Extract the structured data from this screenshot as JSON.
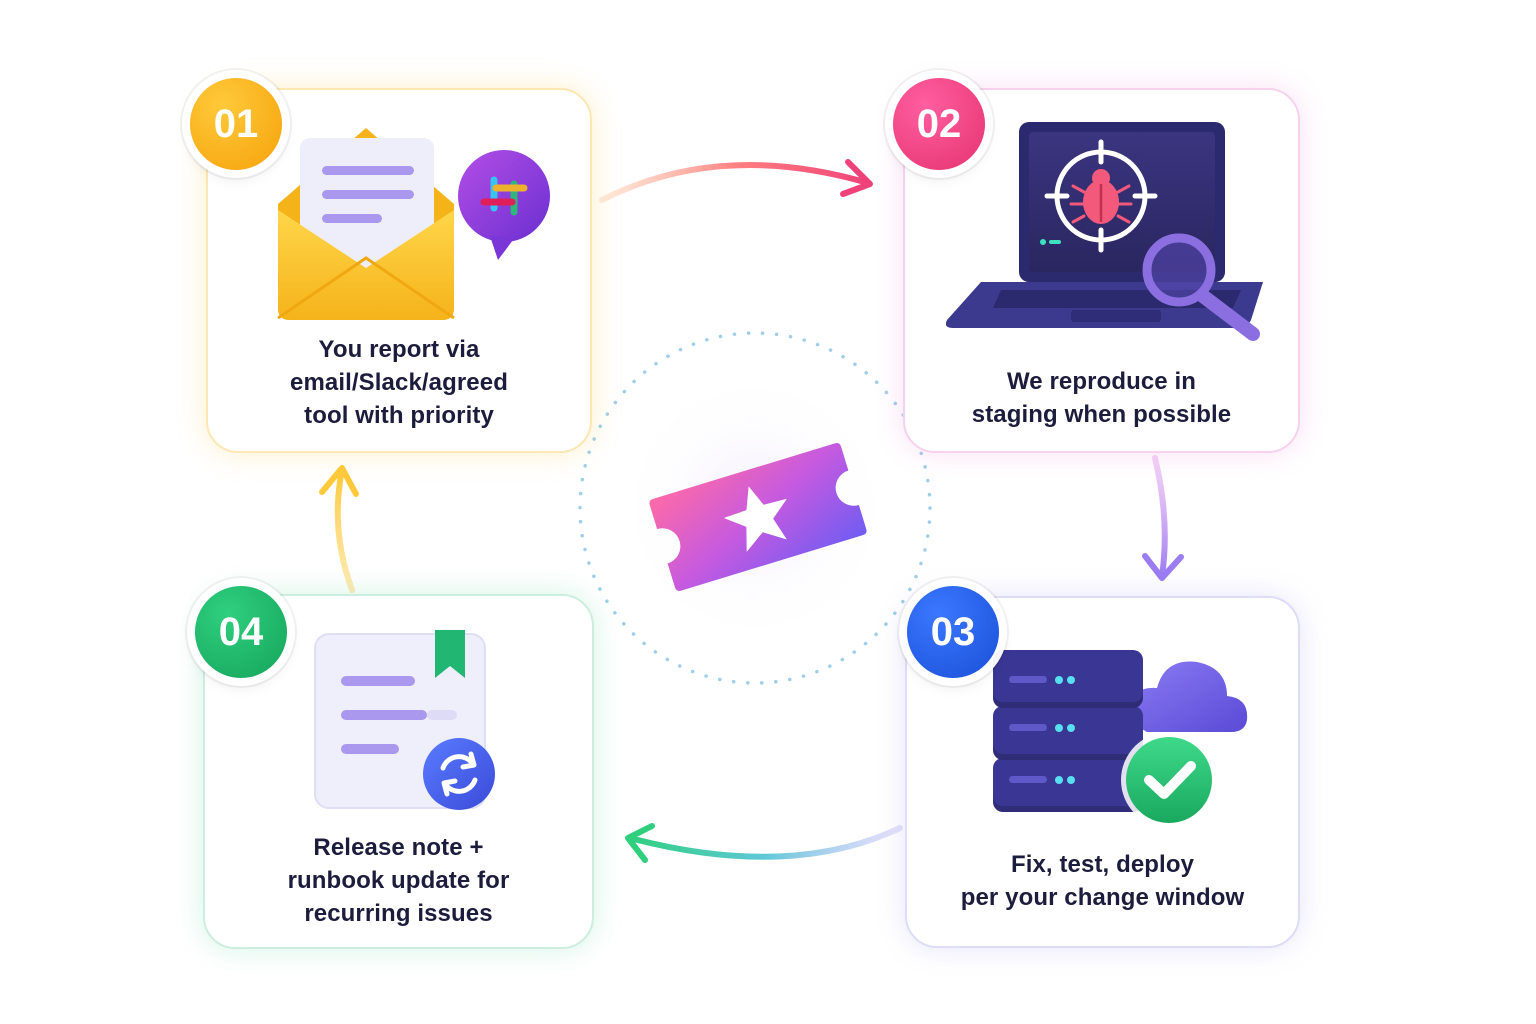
{
  "steps": [
    {
      "number": "01",
      "lines": [
        "You report via",
        "email/Slack/agreed",
        "tool with priority"
      ],
      "icon": "envelope-with-chat-icon",
      "color": "#f5a20a"
    },
    {
      "number": "02",
      "lines": [
        "We reproduce in",
        "staging when possible"
      ],
      "icon": "laptop-bug-magnifier-icon",
      "color": "#e5336f"
    },
    {
      "number": "03",
      "lines": [
        "Fix, test, deploy",
        "per your change window"
      ],
      "icon": "server-cloud-check-icon",
      "color": "#1b4fd8"
    },
    {
      "number": "04",
      "lines": [
        "Release note +",
        "runbook update for",
        "recurring issues"
      ],
      "icon": "document-bookmark-sync-icon",
      "color": "#15a45c"
    }
  ],
  "center": {
    "icon": "ticket-star-icon"
  },
  "arrows": [
    {
      "from": "01",
      "to": "02"
    },
    {
      "from": "02",
      "to": "03"
    },
    {
      "from": "03",
      "to": "04"
    },
    {
      "from": "04",
      "to": "01"
    }
  ]
}
